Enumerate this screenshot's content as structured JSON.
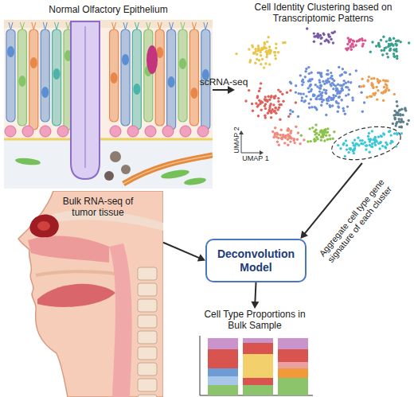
{
  "diagram": {
    "nodes": [
      {
        "text": [
          "Normal Olfactory Epithelium"
        ]
      },
      {
        "text": [
          "Cell Identity Clustering based on Transcriptomic Patterns"
        ]
      },
      {
        "text": [
          "Bulk RNA-seq of tumor tissue"
        ]
      },
      {
        "text": [
          "Deconvolution Model"
        ]
      },
      {
        "text": [
          "Cell Type Proportions in Bulk Sample"
        ]
      }
    ],
    "edges": [
      {
        "from": 0,
        "to": 1,
        "arrow": "to",
        "label": "scRNA-seq"
      },
      {
        "from": 1,
        "to": 3,
        "arrow": "to",
        "label": "Aggregate cell type gene signature of each cluster"
      },
      {
        "from": 2,
        "to": 3,
        "arrow": "to"
      },
      {
        "from": 3,
        "to": 4,
        "arrow": "to"
      }
    ],
    "labels": [
      "UMAP 2",
      "UMAP 1"
    ]
  }
}
